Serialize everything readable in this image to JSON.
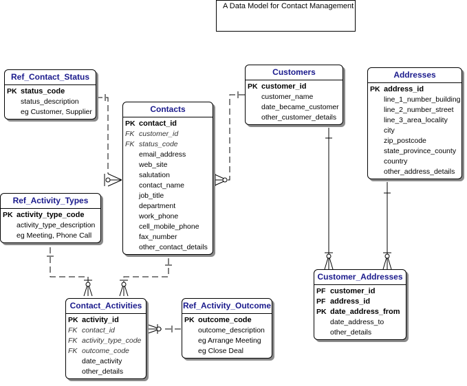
{
  "diagram": {
    "title": "A Data Model for Contact Management"
  },
  "entities": [
    {
      "id": "ref-contact-status",
      "name": "Ref_Contact_Status",
      "attrs": [
        {
          "key": "PK",
          "kind": "pk",
          "name": "status_code"
        },
        {
          "key": "",
          "kind": "plain",
          "name": "status_description"
        },
        {
          "key": "",
          "kind": "plain",
          "name": "eg Customer, Supplier"
        }
      ]
    },
    {
      "id": "contacts",
      "name": "Contacts",
      "attrs": [
        {
          "key": "PK",
          "kind": "pk",
          "name": "contact_id"
        },
        {
          "key": "FK",
          "kind": "fk",
          "name": "customer_id"
        },
        {
          "key": "FK",
          "kind": "fk",
          "name": "status_code"
        },
        {
          "key": "",
          "kind": "plain",
          "name": "email_address"
        },
        {
          "key": "",
          "kind": "plain",
          "name": "web_site"
        },
        {
          "key": "",
          "kind": "plain",
          "name": "salutation"
        },
        {
          "key": "",
          "kind": "plain",
          "name": "contact_name"
        },
        {
          "key": "",
          "kind": "plain",
          "name": "job_title"
        },
        {
          "key": "",
          "kind": "plain",
          "name": "department"
        },
        {
          "key": "",
          "kind": "plain",
          "name": "work_phone"
        },
        {
          "key": "",
          "kind": "plain",
          "name": "cell_mobile_phone"
        },
        {
          "key": "",
          "kind": "plain",
          "name": "fax_number"
        },
        {
          "key": "",
          "kind": "plain",
          "name": "other_contact_details"
        }
      ]
    },
    {
      "id": "customers",
      "name": "Customers",
      "attrs": [
        {
          "key": "PK",
          "kind": "pk",
          "name": "customer_id"
        },
        {
          "key": "",
          "kind": "plain",
          "name": "customer_name"
        },
        {
          "key": "",
          "kind": "plain",
          "name": "date_became_customer"
        },
        {
          "key": "",
          "kind": "plain",
          "name": "other_customer_details"
        }
      ]
    },
    {
      "id": "addresses",
      "name": "Addresses",
      "attrs": [
        {
          "key": "PK",
          "kind": "pk",
          "name": "address_id"
        },
        {
          "key": "",
          "kind": "plain",
          "name": "line_1_number_building"
        },
        {
          "key": "",
          "kind": "plain",
          "name": "line_2_number_street"
        },
        {
          "key": "",
          "kind": "plain",
          "name": "line_3_area_locality"
        },
        {
          "key": "",
          "kind": "plain",
          "name": "city"
        },
        {
          "key": "",
          "kind": "plain",
          "name": "zip_postcode"
        },
        {
          "key": "",
          "kind": "plain",
          "name": "state_province_county"
        },
        {
          "key": "",
          "kind": "plain",
          "name": "country"
        },
        {
          "key": "",
          "kind": "plain",
          "name": "other_address_details"
        }
      ]
    },
    {
      "id": "ref-activity-types",
      "name": "Ref_Activity_Types",
      "attrs": [
        {
          "key": "PK",
          "kind": "pk",
          "name": "activity_type_code"
        },
        {
          "key": "",
          "kind": "plain",
          "name": "activity_type_description"
        },
        {
          "key": "",
          "kind": "plain",
          "name": "eg Meeting, Phone Call"
        }
      ]
    },
    {
      "id": "contact-activities",
      "name": "Contact_Activities",
      "attrs": [
        {
          "key": "PK",
          "kind": "pk",
          "name": "activity_id"
        },
        {
          "key": "FK",
          "kind": "fk",
          "name": "contact_id"
        },
        {
          "key": "FK",
          "kind": "fk",
          "name": "activity_type_code"
        },
        {
          "key": "FK",
          "kind": "fk",
          "name": "outcome_code"
        },
        {
          "key": "",
          "kind": "plain",
          "name": "date_activity"
        },
        {
          "key": "",
          "kind": "plain",
          "name": "other_details"
        }
      ]
    },
    {
      "id": "ref-activity-outcome",
      "name": "Ref_Activity_Outcome",
      "attrs": [
        {
          "key": "PK",
          "kind": "pk",
          "name": "outcome_code"
        },
        {
          "key": "",
          "kind": "plain",
          "name": "outcome_description"
        },
        {
          "key": "",
          "kind": "plain",
          "name": "eg Arrange Meeting"
        },
        {
          "key": "",
          "kind": "plain",
          "name": "eg Close Deal"
        }
      ]
    },
    {
      "id": "customer-addresses",
      "name": "Customer_Addresses",
      "attrs": [
        {
          "key": "PF",
          "kind": "pk",
          "name": "customer_id"
        },
        {
          "key": "PF",
          "kind": "pk",
          "name": "address_id"
        },
        {
          "key": "PK",
          "kind": "pk",
          "name": "date_address_from"
        },
        {
          "key": "",
          "kind": "plain",
          "name": "date_address_to"
        },
        {
          "key": "",
          "kind": "plain",
          "name": "other_details"
        }
      ]
    }
  ],
  "relationships": [
    {
      "from": "ref-contact-status",
      "to": "contacts",
      "style": "dashed"
    },
    {
      "from": "customers",
      "to": "contacts",
      "style": "dashed"
    },
    {
      "from": "contacts",
      "to": "contact-activities",
      "style": "dashed"
    },
    {
      "from": "ref-activity-types",
      "to": "contact-activities",
      "style": "dashed"
    },
    {
      "from": "ref-activity-outcome",
      "to": "contact-activities",
      "style": "dashed"
    },
    {
      "from": "customers",
      "to": "customer-addresses",
      "style": "solid"
    },
    {
      "from": "addresses",
      "to": "customer-addresses",
      "style": "solid"
    }
  ]
}
